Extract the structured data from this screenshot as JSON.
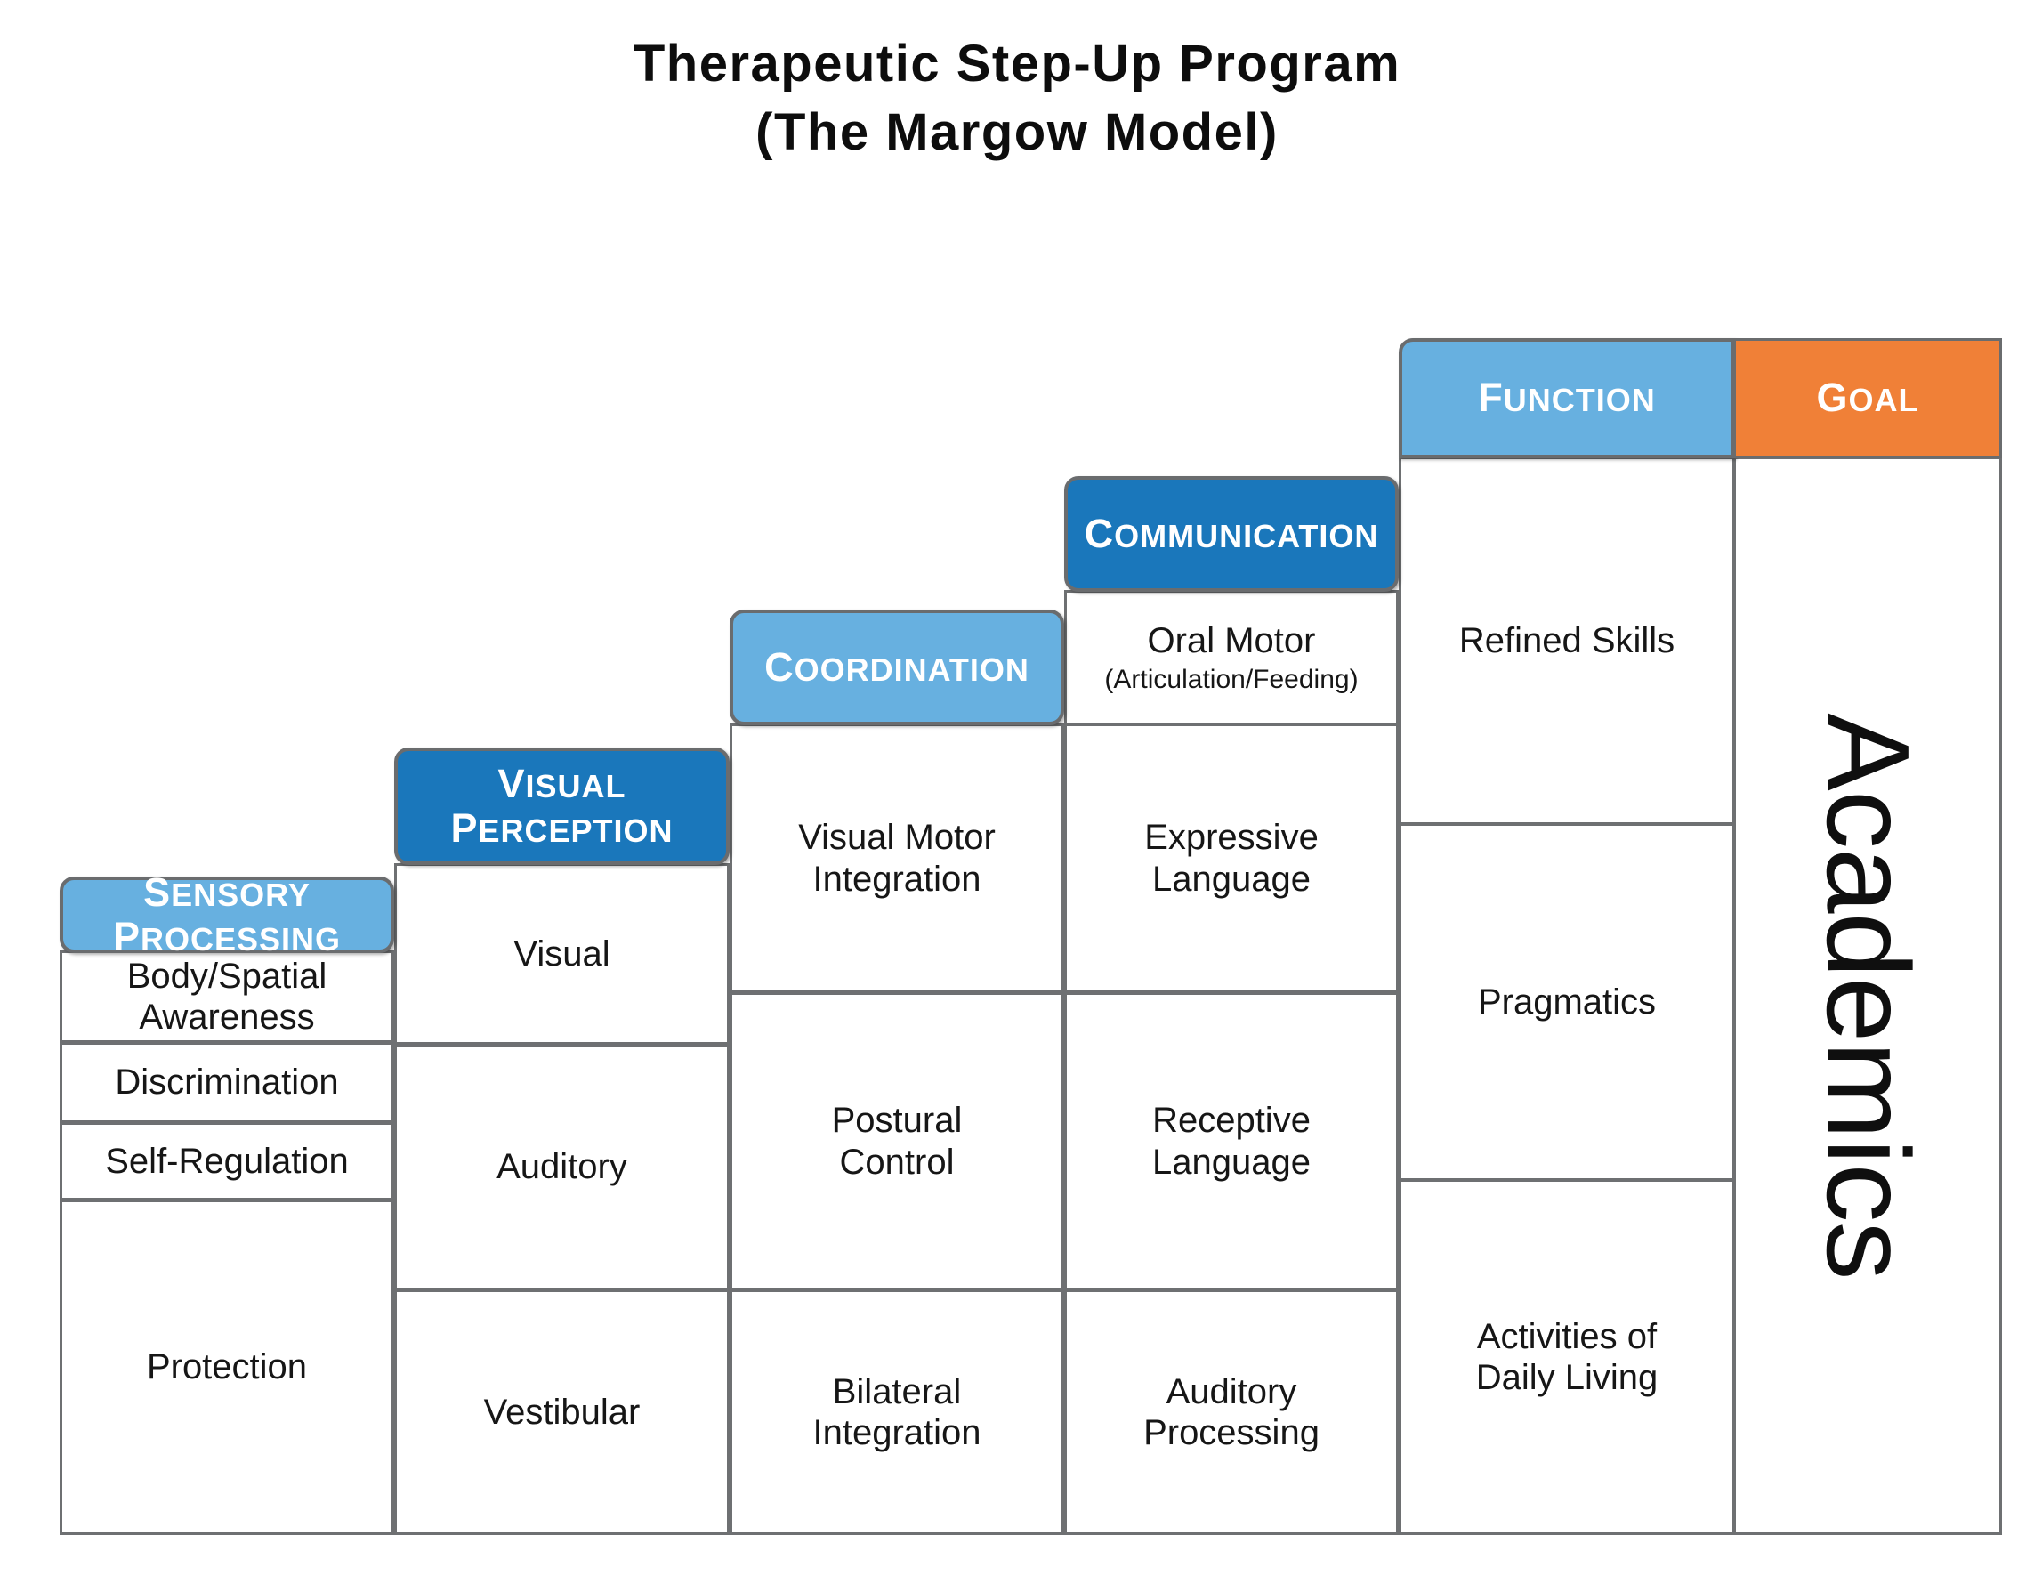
{
  "title": {
    "line1": "Therapeutic Step-Up Program",
    "line2": "(The Margow Model)"
  },
  "colors": {
    "header_light_blue": "#67b0e0",
    "header_dark_blue": "#1a77bb",
    "goal_orange": "#f08037",
    "cell_border": "#6e7072",
    "text": "#161616",
    "header_text": "#ffffff",
    "background": "#ffffff"
  },
  "columns": [
    {
      "id": "sensory-processing",
      "header": {
        "line1": "Sensory",
        "line2": "Processing",
        "style": "light-blue"
      },
      "cells": [
        {
          "text": "Body/Spatial\nAwareness"
        },
        {
          "text": "Discrimination"
        },
        {
          "text": "Self-Regulation"
        },
        {
          "text": "Protection"
        }
      ]
    },
    {
      "id": "visual-perception",
      "header": {
        "line1": "Visual",
        "line2": "Perception",
        "style": "dark-blue"
      },
      "cells": [
        {
          "text": "Visual"
        },
        {
          "text": "Auditory"
        },
        {
          "text": "Vestibular"
        }
      ]
    },
    {
      "id": "coordination",
      "header": {
        "line1": "Coordination",
        "line2": "",
        "style": "light-blue"
      },
      "cells": [
        {
          "text": "Visual Motor\nIntegration"
        },
        {
          "text": "Postural\nControl"
        },
        {
          "text": "Bilateral\nIntegration"
        }
      ]
    },
    {
      "id": "communication",
      "header": {
        "line1": "Communication",
        "line2": "",
        "style": "dark-blue"
      },
      "cells": [
        {
          "text": "Oral Motor",
          "sub": "(Articulation/Feeding)"
        },
        {
          "text": "Expressive\nLanguage"
        },
        {
          "text": "Receptive\nLanguage"
        },
        {
          "text": "Auditory\nProcessing"
        }
      ]
    },
    {
      "id": "function",
      "header": {
        "line1": "Function",
        "line2": "",
        "style": "light-blue"
      },
      "cells": [
        {
          "text": "Refined Skills"
        },
        {
          "text": "Pragmatics"
        },
        {
          "text": "Activities of\nDaily Living"
        }
      ]
    },
    {
      "id": "goal",
      "header": {
        "line1": "Goal",
        "line2": "",
        "style": "orange"
      },
      "cells": [
        {
          "text": "Academics",
          "orientation": "vertical"
        }
      ]
    }
  ]
}
